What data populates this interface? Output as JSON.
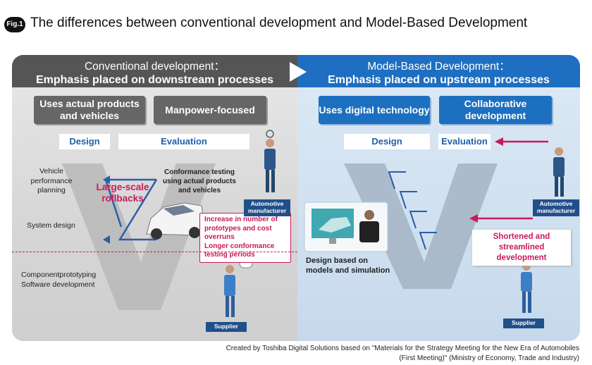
{
  "figure": {
    "badge": "Fig.1",
    "title": "The differences between conventional development and Model-Based Development"
  },
  "conventional": {
    "header_line1": "Conventional development：",
    "header_line2": "Emphasis placed on downstream processes",
    "tags": [
      "Uses actual products and vehicles",
      "Manpower-focused"
    ],
    "steps": {
      "design": "Design",
      "evaluation": "Evaluation"
    },
    "levels": [
      "Vehicle performance planning",
      "System design",
      "Componentprototyping Software development"
    ],
    "rollback_label": "Large-scale rollbacks",
    "conformance_label": "Conformance testing using actual products and vehicles",
    "issues": [
      "Increase in number of prototypes and cost overruns",
      "Longer conformance testing periods"
    ],
    "roles": {
      "manufacturer": "Automotive manufacturer",
      "supplier": "Supplier"
    }
  },
  "mbd": {
    "header_line1": "Model-Based Development：",
    "header_line2": "Emphasis placed on upstream processes",
    "tags": [
      "Uses digital technology",
      "Collaborative development"
    ],
    "steps": {
      "design": "Design",
      "evaluation": "Evaluation"
    },
    "models_label": "Design based on models and simulation",
    "benefit": "Shortened and streamlined development",
    "roles": {
      "manufacturer": "Automotive manufacturer",
      "supplier": "Supplier"
    }
  },
  "credit": {
    "line1": "Created by Toshiba Digital Solutions based on \"Materials for the Strategy Meeting for the New Era of Automobiles",
    "line2": "(First Meeting)\" (Ministry of Economy, Trade and Industry)"
  },
  "colors": {
    "blue": "#1d6fc0",
    "grey": "#666666",
    "accent": "#c9195a",
    "navy": "#214f8a"
  }
}
